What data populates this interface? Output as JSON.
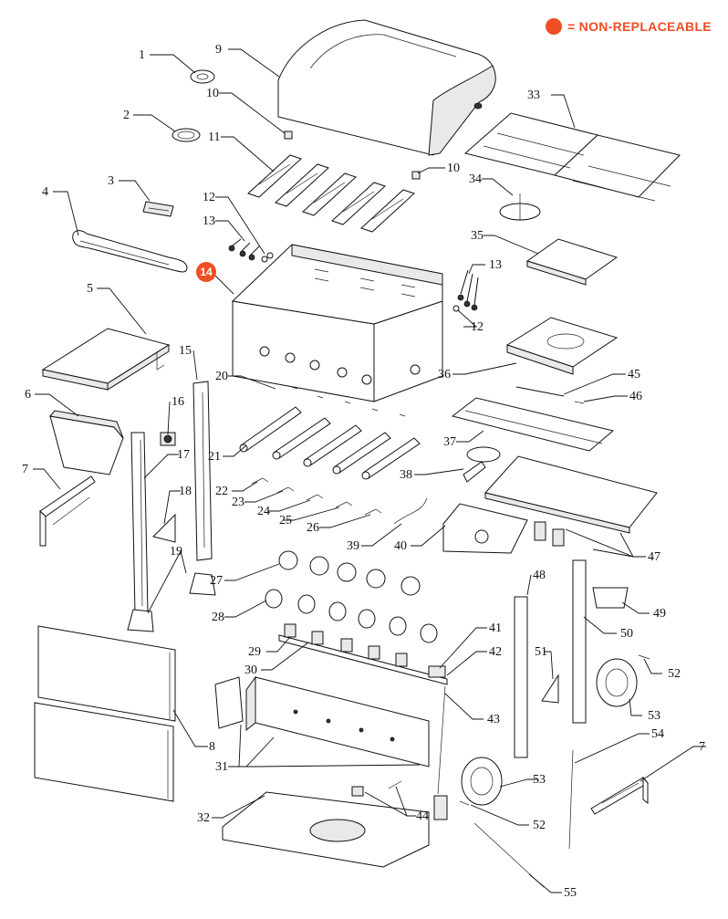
{
  "legend": {
    "text": "= NON-REPLACEABLE",
    "color": "#f04e23"
  },
  "highlighted_parts": [
    "14"
  ],
  "callouts": {
    "c1": "1",
    "c2": "2",
    "c3": "3",
    "c4": "4",
    "c5": "5",
    "c6": "6",
    "c7a": "7",
    "c7b": "7",
    "c8": "8",
    "c9": "9",
    "c10a": "10",
    "c10b": "10",
    "c11": "11",
    "c12a": "12",
    "c12b": "12",
    "c13a": "13",
    "c13b": "13",
    "c14": "14",
    "c15": "15",
    "c16": "16",
    "c17": "17",
    "c18": "18",
    "c19": "19",
    "c20": "20",
    "c21": "21",
    "c22": "22",
    "c23": "23",
    "c24": "24",
    "c25": "25",
    "c26": "26",
    "c27": "27",
    "c28": "28",
    "c29": "29",
    "c30": "30",
    "c31": "31",
    "c32": "32",
    "c33": "33",
    "c34": "34",
    "c35": "35",
    "c36": "36",
    "c37": "37",
    "c38": "38",
    "c39": "39",
    "c40": "40",
    "c41": "41",
    "c42": "42",
    "c43": "43",
    "c44": "44",
    "c45": "45",
    "c46": "46",
    "c47": "47",
    "c48": "48",
    "c49": "49",
    "c50": "50",
    "c51": "51",
    "c52a": "52",
    "c52b": "52",
    "c53a": "53",
    "c53b": "53",
    "c54": "54",
    "c55": "55"
  }
}
